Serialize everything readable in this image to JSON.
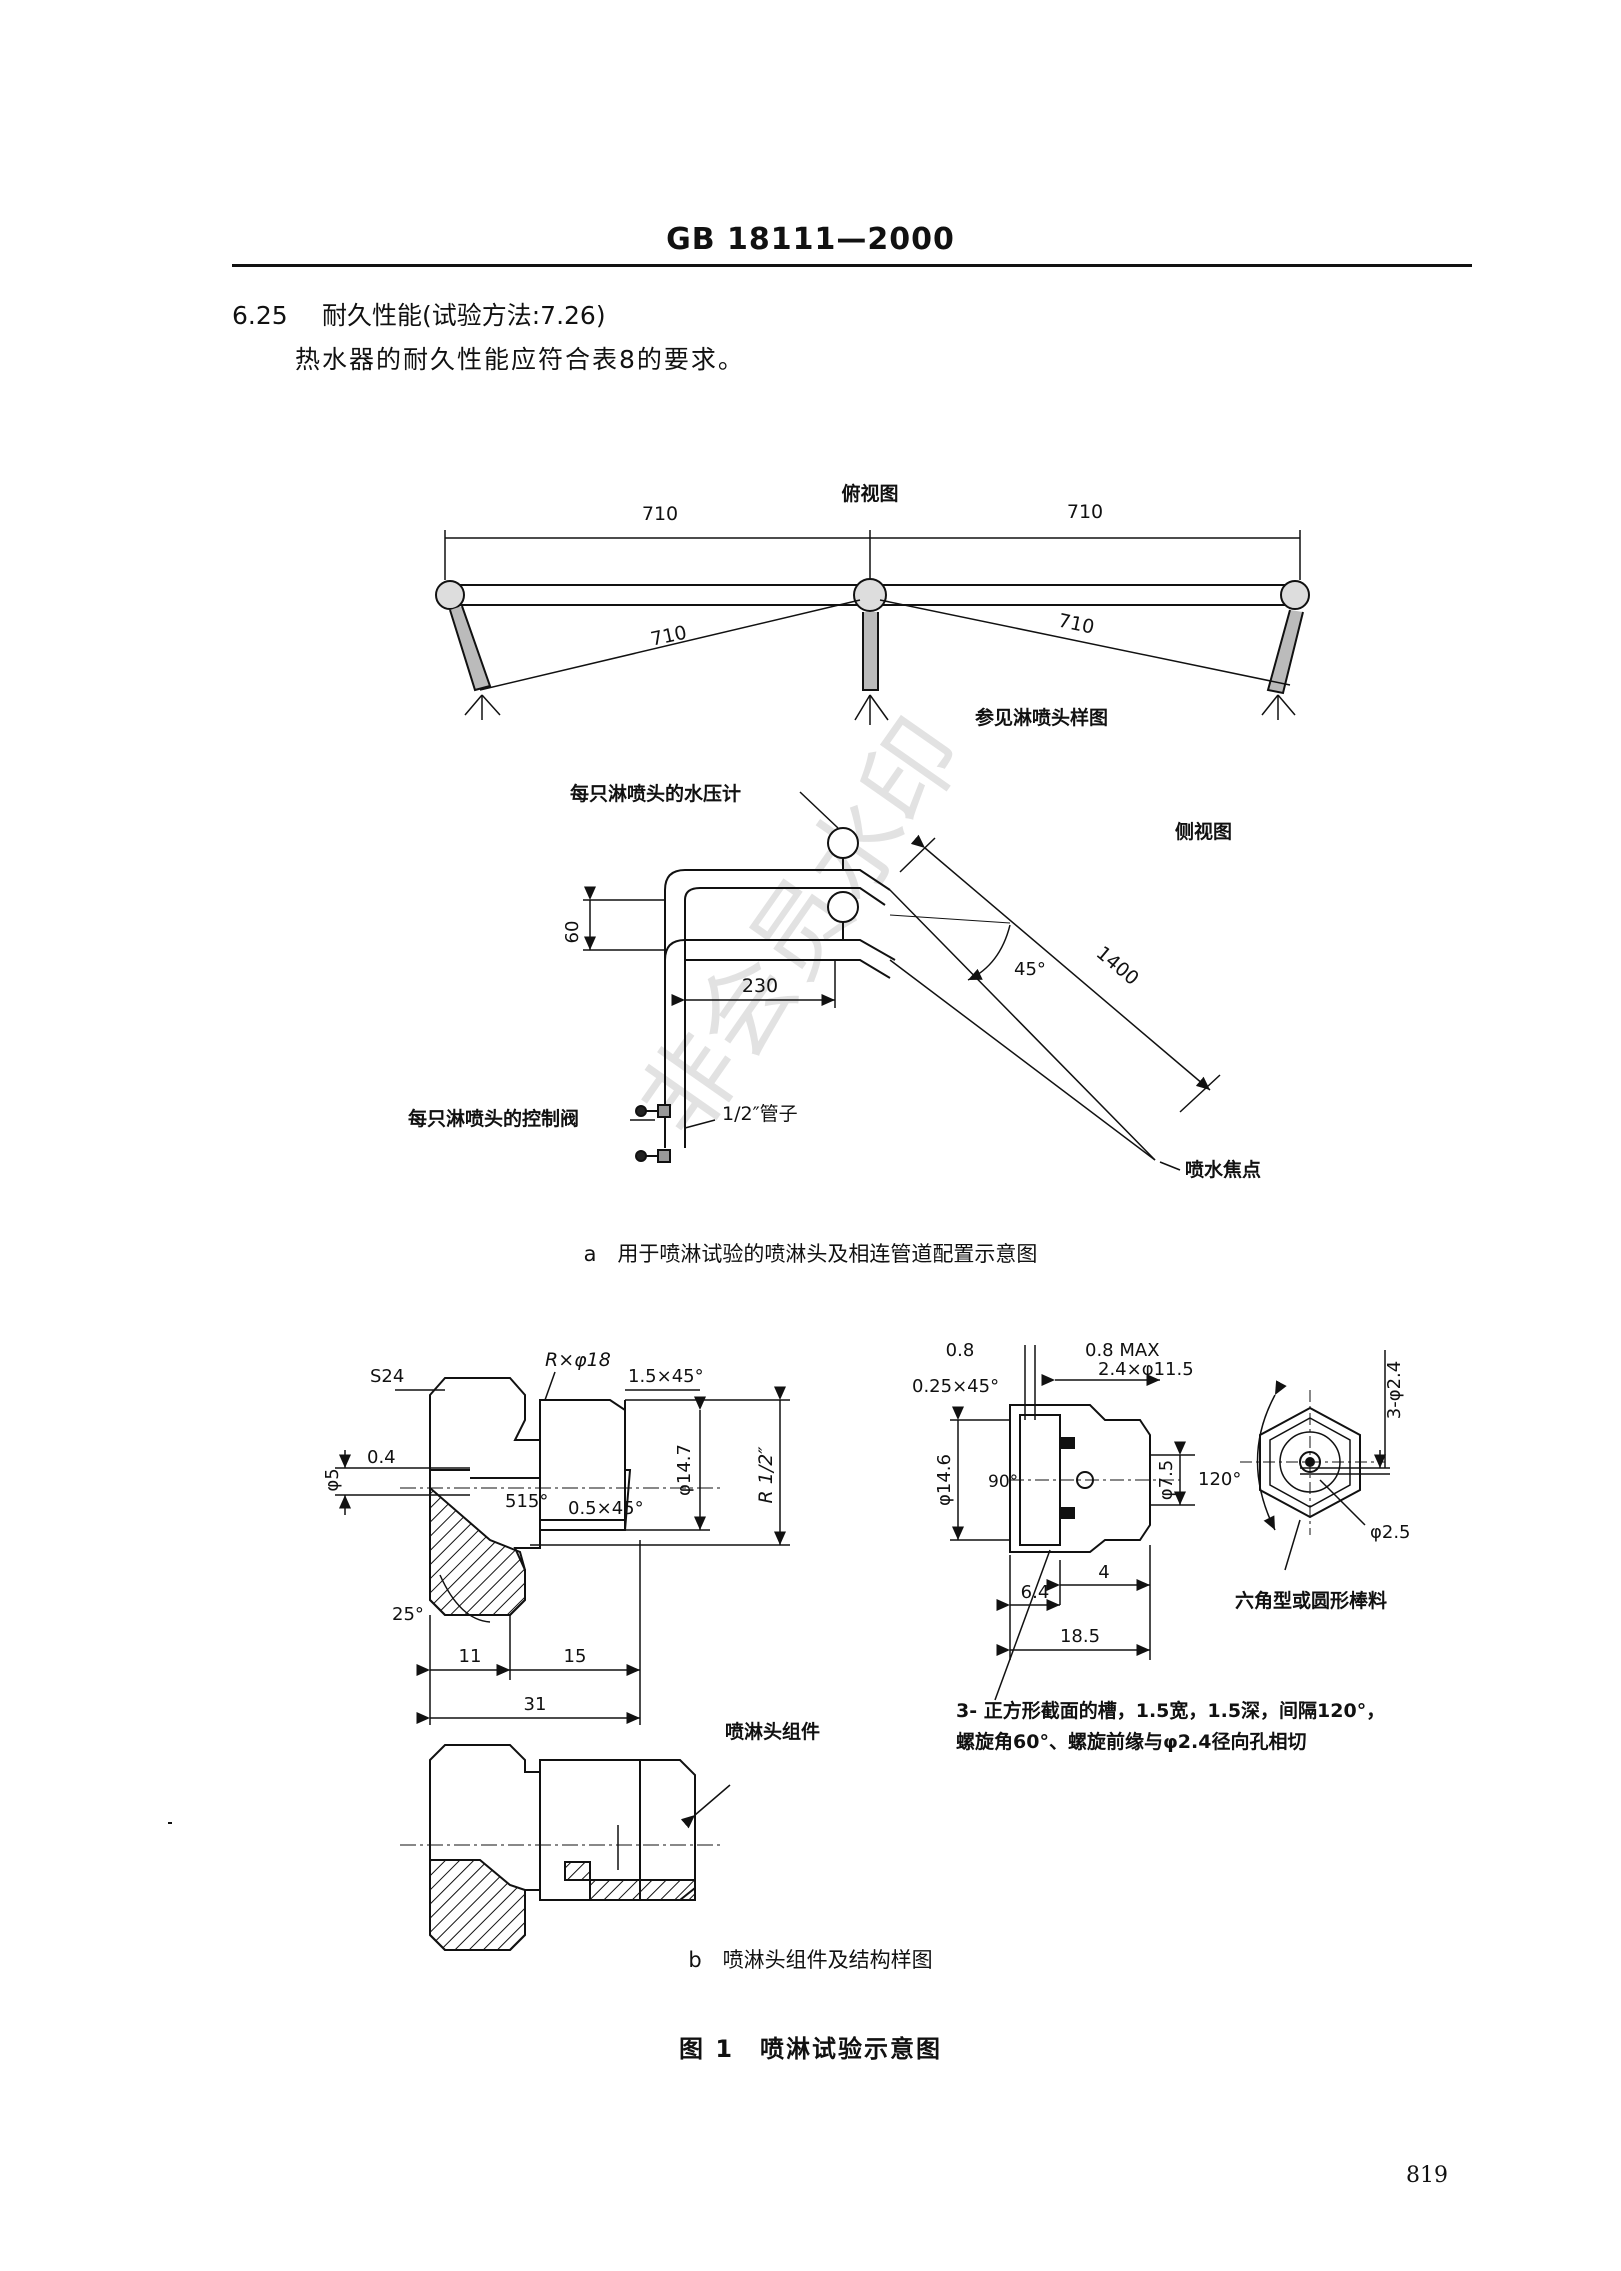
{
  "header": {
    "standard": "GB 18111—2000"
  },
  "section": {
    "number": "6.25",
    "title": "耐久性能(试验方法:7.26)"
  },
  "paragraph": "热水器的耐久性能应符合表8的要求。",
  "figure_a": {
    "top_view_label": "俯视图",
    "dim_left": "710",
    "dim_right": "710",
    "dim_diag_left": "710",
    "dim_diag_right": "710",
    "ref_note": "参见淋喷头样图",
    "side_view_label": "侧视图",
    "pressure_gauge_label": "每只淋喷头的水压计",
    "control_valve_label": "每只淋喷头的控制阀",
    "pipe_label": "1/2″管子",
    "focal_point_label": "喷水焦点",
    "dim_60": "60",
    "dim_230": "230",
    "dim_1400": "1400",
    "angle_45": "45°",
    "caption": "a　用于喷淋试验的喷淋头及相连管道配置示意图"
  },
  "figure_b": {
    "s24": "S24",
    "r_phi18": "R×φ18",
    "chamfer_15": "1.5×45°",
    "phi5": "φ5",
    "dim_04": "0.4",
    "angle_515": "515°",
    "chamfer_05": "0.5×45°",
    "phi147": "φ14.7",
    "r_half": "R 1/2″",
    "angle_25": "25°",
    "dim_11": "11",
    "dim_15": "15",
    "dim_31": "31",
    "assembly_label": "喷淋头组件",
    "dim_08": "0.8",
    "dim_08max": "0.8 MAX",
    "chamfer_025": "0.25×45°",
    "dim_24x115": "2.4×φ11.5",
    "phi146": "φ14.6",
    "angle_90": "90°",
    "phi75": "φ7.5",
    "angle_120": "120°",
    "dim_4": "4",
    "dim_64": "6.4",
    "dim_185": "18.5",
    "three_phi24": "3-φ2.4",
    "phi25": "φ2.5",
    "hex_label": "六角型或圆形棒料",
    "groove_note_1": "3- 正方形截面的槽，1.5宽，1.5深，间隔120°，",
    "groove_note_2": "螺旋角60°、螺旋前缘与φ2.4径向孔相切",
    "caption": "b　喷淋头组件及结构样图"
  },
  "figure_title": "图 1　喷淋试验示意图",
  "watermark": "非会员水印",
  "page_number": "819"
}
